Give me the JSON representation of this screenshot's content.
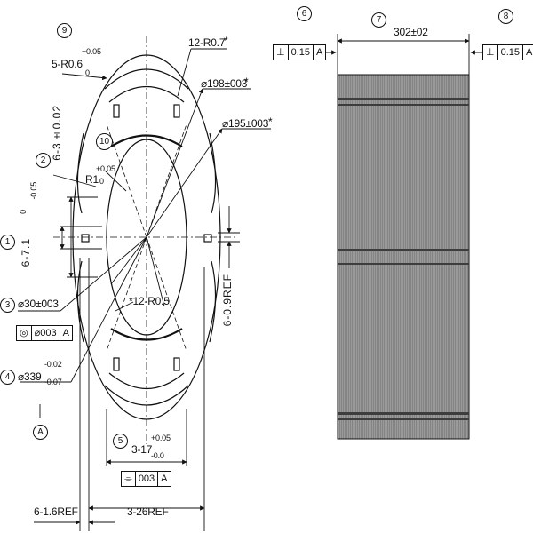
{
  "callouts": {
    "c1": "1",
    "c2": "2",
    "c3": "3",
    "c4": "4",
    "c5": "5",
    "c6": "6",
    "c7": "7",
    "c8": "8",
    "c9": "9",
    "c10": "10"
  },
  "datum": {
    "label": "A"
  },
  "dims": {
    "r06_main": "5-R0.6",
    "r06_up": "+0.05",
    "r06_low": "0",
    "r07": "12-R0.7",
    "r07_mark": "*",
    "d198": "⌀198±003",
    "d198_mark": "*",
    "d195": "⌀195±003",
    "d195_mark": "*",
    "r1_main": "R1",
    "r1_up": "+0.05",
    "r1_low": "0",
    "six_3": "6-3±0.02",
    "six_71": "6-7.1",
    "six_71_up": "0",
    "six_71_low": "-0.05",
    "d30": "⌀30±003",
    "r05": "*12-R0.5",
    "d339_main": "⌀339",
    "d339_up": "-0.02",
    "d339_low": "-0.07",
    "three17_main": "3-17",
    "three17_up": "+0.05",
    "three17_low": "-0.0",
    "six_09": "6-0.9REF",
    "six_16": "6-1.6REF",
    "three26": "3-26REF",
    "len302": "302±02"
  },
  "fcf_concentricity": {
    "symbol": "◎",
    "tol": "⌀003",
    "datum": "A"
  },
  "fcf_symmetry": {
    "symbol": "⌯",
    "tol": "003",
    "datum": "A"
  },
  "fcf_perp_left": {
    "symbol": "⊥",
    "tol": "0.15",
    "datum": "A"
  },
  "fcf_perp_right": {
    "symbol": "⊥",
    "tol": "0.15",
    "datum": "A"
  },
  "colors": {
    "stack_fill": "#8f8f8f",
    "stack_band": "#3d3d3d",
    "ink": "#111111"
  }
}
